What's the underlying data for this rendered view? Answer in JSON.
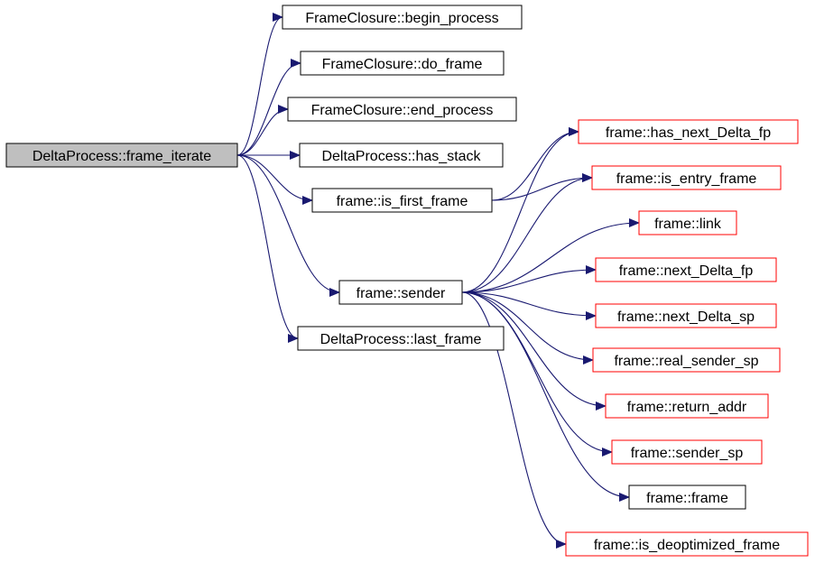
{
  "colors": {
    "edge": "#191970",
    "border_default": "#000000",
    "border_external": "#ff0000",
    "root_fill": "#bfbfbf",
    "node_fill": "#ffffff"
  },
  "nodes": {
    "root": {
      "label": "DeltaProcess::frame_iterate",
      "style": "root"
    },
    "begin_process": {
      "label": "FrameClosure::begin_process",
      "style": "default"
    },
    "do_frame": {
      "label": "FrameClosure::do_frame",
      "style": "default"
    },
    "end_process": {
      "label": "FrameClosure::end_process",
      "style": "default"
    },
    "has_stack": {
      "label": "DeltaProcess::has_stack",
      "style": "default"
    },
    "is_first_frame": {
      "label": "frame::is_first_frame",
      "style": "default"
    },
    "sender": {
      "label": "frame::sender",
      "style": "default"
    },
    "last_frame": {
      "label": "DeltaProcess::last_frame",
      "style": "default"
    },
    "has_next_delta_fp": {
      "label": "frame::has_next_Delta_fp",
      "style": "external"
    },
    "is_entry_frame": {
      "label": "frame::is_entry_frame",
      "style": "external"
    },
    "link": {
      "label": "frame::link",
      "style": "external"
    },
    "next_delta_fp": {
      "label": "frame::next_Delta_fp",
      "style": "external"
    },
    "next_delta_sp": {
      "label": "frame::next_Delta_sp",
      "style": "external"
    },
    "real_sender_sp": {
      "label": "frame::real_sender_sp",
      "style": "external"
    },
    "return_addr": {
      "label": "frame::return_addr",
      "style": "external"
    },
    "sender_sp": {
      "label": "frame::sender_sp",
      "style": "external"
    },
    "frame_ctor": {
      "label": "frame::frame",
      "style": "default"
    },
    "is_deoptimized_frame": {
      "label": "frame::is_deoptimized_frame",
      "style": "external"
    }
  },
  "edges": [
    [
      "root",
      "begin_process"
    ],
    [
      "root",
      "do_frame"
    ],
    [
      "root",
      "end_process"
    ],
    [
      "root",
      "has_stack"
    ],
    [
      "root",
      "is_first_frame"
    ],
    [
      "root",
      "sender"
    ],
    [
      "root",
      "last_frame"
    ],
    [
      "is_first_frame",
      "has_next_delta_fp"
    ],
    [
      "is_first_frame",
      "is_entry_frame"
    ],
    [
      "sender",
      "has_next_delta_fp"
    ],
    [
      "sender",
      "is_entry_frame"
    ],
    [
      "sender",
      "link"
    ],
    [
      "sender",
      "next_delta_fp"
    ],
    [
      "sender",
      "next_delta_sp"
    ],
    [
      "sender",
      "real_sender_sp"
    ],
    [
      "sender",
      "return_addr"
    ],
    [
      "sender",
      "sender_sp"
    ],
    [
      "sender",
      "frame_ctor"
    ],
    [
      "sender",
      "is_deoptimized_frame"
    ]
  ]
}
